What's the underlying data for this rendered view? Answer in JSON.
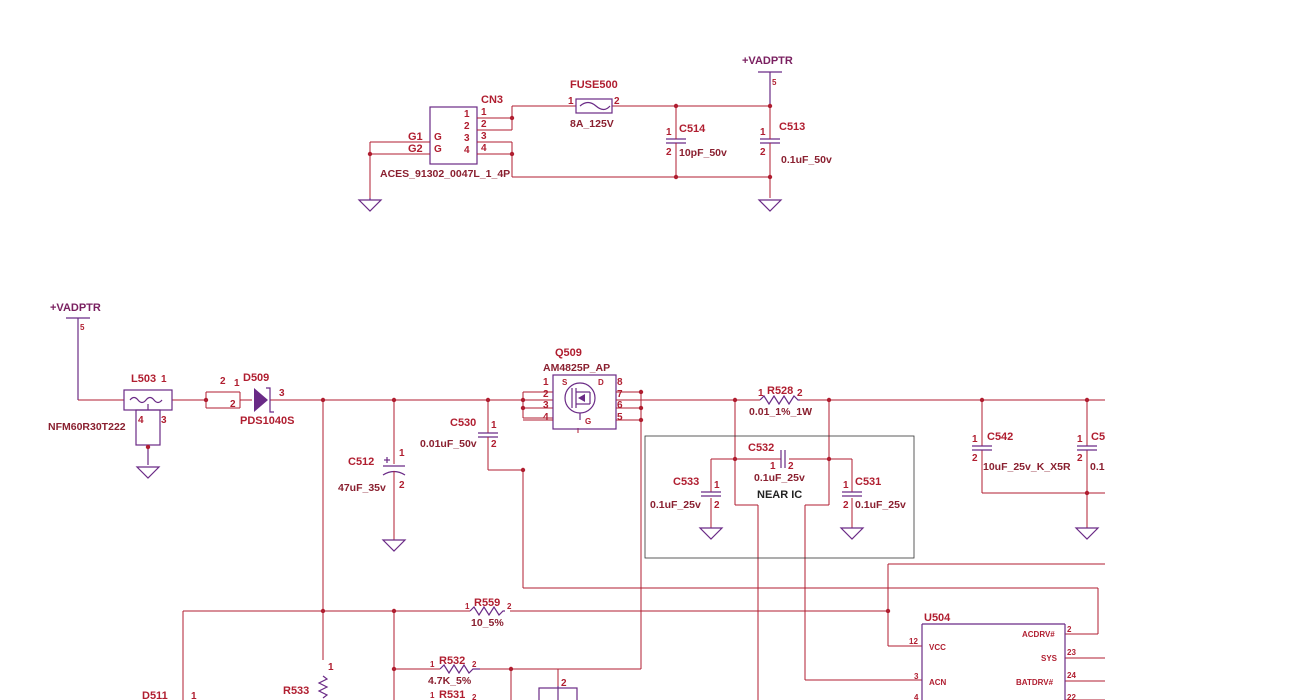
{
  "colors": {
    "wire": "#b01e30",
    "part": "#6a2a86",
    "frame": "#333333"
  },
  "nets": [
    {
      "name": "+VADPTR",
      "pin": "5"
    },
    {
      "name": "+VADPTR",
      "pin": "5"
    }
  ],
  "cn3": {
    "ref": "CN3",
    "value": "ACES_91302_0047L_1_4P",
    "pins": [
      "1",
      "2",
      "3",
      "4"
    ],
    "g1": "G1",
    "g2": "G2",
    "g": "G"
  },
  "fuse500": {
    "ref": "FUSE500",
    "value": "8A_125V",
    "pin1": "1",
    "pin2": "2"
  },
  "c514": {
    "ref": "C514",
    "value": "10pF_50v",
    "pin1": "1",
    "pin2": "2"
  },
  "c513": {
    "ref": "C513",
    "value": "0.1uF_50v",
    "pin1": "1",
    "pin2": "2"
  },
  "l503": {
    "ref": "L503",
    "value": "NFM60R30T222",
    "pins": [
      "1",
      "2",
      "3",
      "4"
    ]
  },
  "d509": {
    "ref": "D509",
    "value": "PDS1040S",
    "pins": [
      "1",
      "2",
      "3"
    ]
  },
  "c512": {
    "ref": "C512",
    "value": "47uF_35v",
    "pin1": "1",
    "pin2": "2"
  },
  "c530": {
    "ref": "C530",
    "value": "0.01uF_50v",
    "pin1": "1",
    "pin2": "2"
  },
  "q509": {
    "ref": "Q509",
    "value": "AM4825P_AP",
    "pins": [
      "1",
      "2",
      "3",
      "4",
      "5",
      "6",
      "7",
      "8"
    ],
    "s": "S",
    "dr": "D",
    "g": "G"
  },
  "r528": {
    "ref": "R528",
    "value": "0.01_1%_1W",
    "pin1": "1",
    "pin2": "2"
  },
  "c532": {
    "ref": "C532",
    "value": "0.1uF_25v",
    "pin1": "1",
    "pin2": "2"
  },
  "c533": {
    "ref": "C533",
    "value": "0.1uF_25v",
    "pin1": "1",
    "pin2": "2"
  },
  "c531": {
    "ref": "C531",
    "value": "0.1uF_25v",
    "pin1": "1",
    "pin2": "2"
  },
  "note": "NEAR IC",
  "c542": {
    "ref": "C542",
    "value": "10uF_25v_K_X5R",
    "pin1": "1",
    "pin2": "2"
  },
  "c5x": {
    "ref": "C5",
    "value": "0.1",
    "pin1": "1",
    "pin2": "2"
  },
  "r559": {
    "ref": "R559",
    "value": "10_5%",
    "pin1": "1",
    "pin2": "2"
  },
  "r532": {
    "ref": "R532",
    "value": "4.7K_5%",
    "pin1": "1",
    "pin2": "2"
  },
  "r531": {
    "ref": "R531",
    "pin1": "1",
    "pin2": "2"
  },
  "r533": {
    "ref": "R533",
    "pin1": "1"
  },
  "d511": {
    "ref": "D511",
    "pin1": "1"
  },
  "misc_pin2": "2",
  "u504": {
    "ref": "U504",
    "left": [
      {
        "num": "12",
        "name": "VCC"
      },
      {
        "num": "3",
        "name": "ACN"
      },
      {
        "num": "4",
        "name": ""
      }
    ],
    "right": [
      {
        "num": "2",
        "name": "ACDRV#"
      },
      {
        "num": "23",
        "name": "SYS"
      },
      {
        "num": "24",
        "name": "BATDRV#"
      },
      {
        "num": "22",
        "name": ""
      }
    ]
  }
}
